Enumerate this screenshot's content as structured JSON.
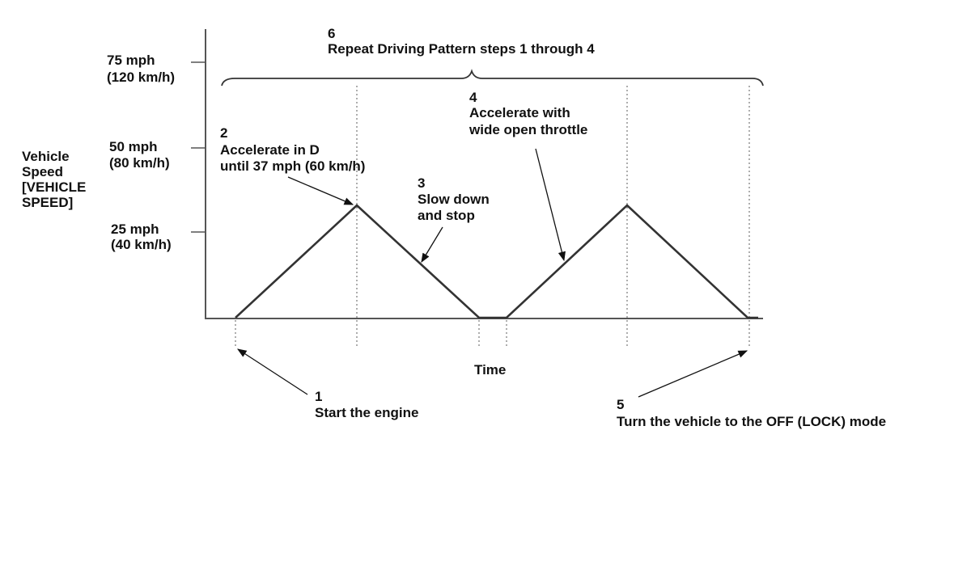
{
  "diagram": {
    "y_axis_label": [
      "Vehicle",
      "Speed",
      "[VEHICLE",
      "SPEED]"
    ],
    "x_axis_label": "Time",
    "speed_ticks": [
      {
        "mph": "75 mph",
        "kmh": "(120 km/h)",
        "value_mph": 75
      },
      {
        "mph": "50 mph",
        "kmh": "(80 km/h)",
        "value_mph": 50
      },
      {
        "mph": "25 mph",
        "kmh": "(40 km/h)",
        "value_mph": 25
      }
    ],
    "steps": [
      {
        "number": "1",
        "lines": [
          "Start the engine"
        ]
      },
      {
        "number": "2",
        "lines": [
          "Accelerate in D",
          "until 37 mph (60 km/h)"
        ]
      },
      {
        "number": "3",
        "lines": [
          "Slow down",
          "and stop"
        ]
      },
      {
        "number": "4",
        "lines": [
          "Accelerate with",
          "wide open throttle"
        ]
      },
      {
        "number": "5",
        "lines": [
          "Turn the vehicle to the OFF (LOCK) mode"
        ]
      },
      {
        "number": "6",
        "lines": [
          "Repeat Driving Pattern steps 1 through 4"
        ]
      }
    ],
    "peak_speed_mph": 37
  }
}
